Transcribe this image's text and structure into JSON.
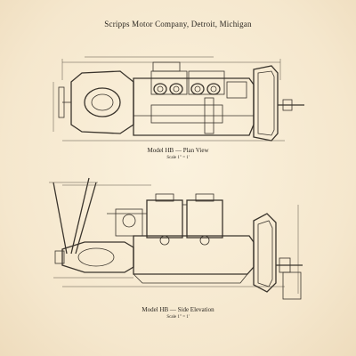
{
  "document": {
    "header": "Scripps Motor Company, Detroit, Michigan",
    "figures": [
      {
        "title": "Model HB — Plan View",
        "scale": "Scale 1\" = 1'"
      },
      {
        "title": "Model HB — Side Elevation",
        "scale": "Scale 1\" = 1'"
      }
    ]
  }
}
